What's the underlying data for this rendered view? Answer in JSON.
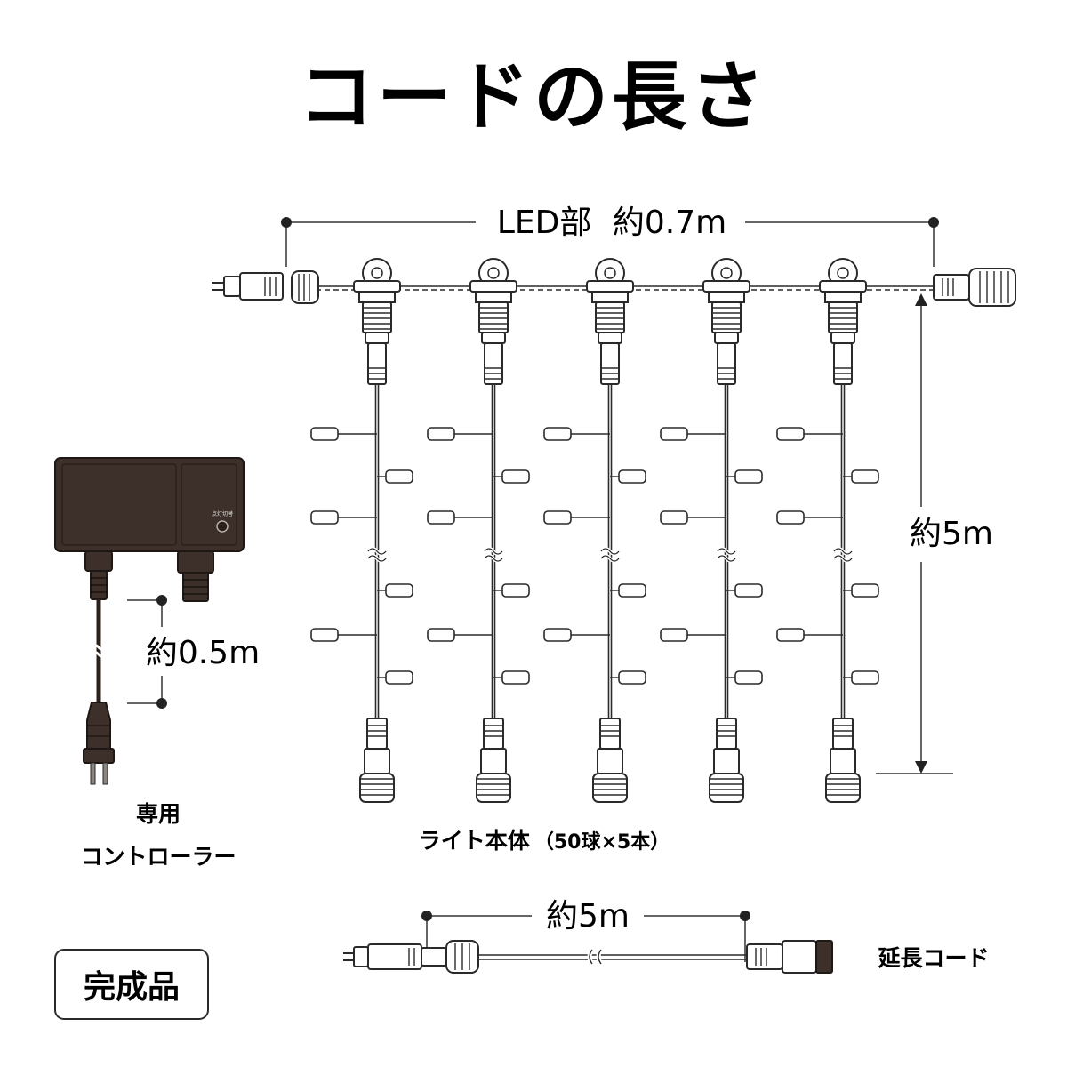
{
  "title": "コードの長さ",
  "led_section": {
    "label": "LED部",
    "length": "約0.7m"
  },
  "strand": {
    "length": "約5m",
    "count": 5,
    "caption": "ライト本体",
    "caption_detail": "（50球×5本）"
  },
  "controller": {
    "cord_length": "約0.5m",
    "caption_line1": "専用",
    "caption_line2": "コントローラー",
    "button_label": "点灯切替"
  },
  "extension": {
    "length": "約5m",
    "label": "延長コード"
  },
  "badge": {
    "label": "完成品"
  },
  "colors": {
    "controller_body": "#3d302a",
    "line": "#2a2a2a",
    "text": "#1e1e1e"
  }
}
